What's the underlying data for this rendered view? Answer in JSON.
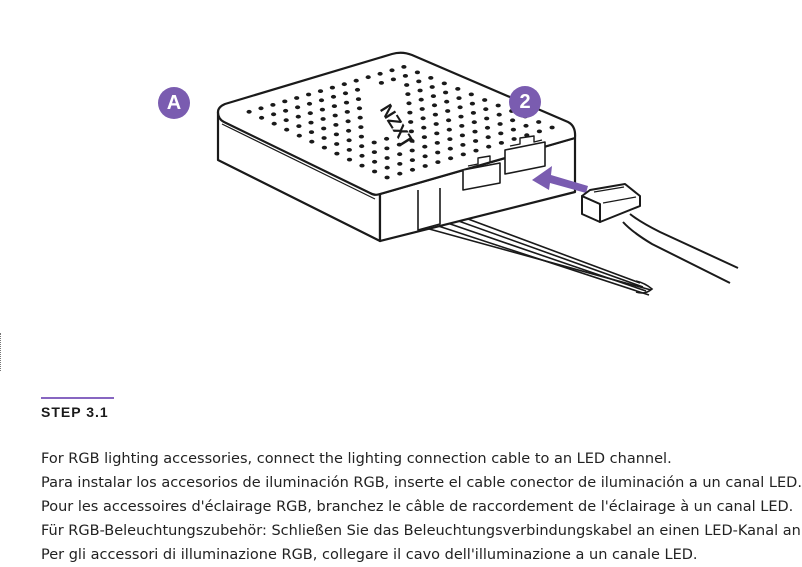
{
  "badges": {
    "a": "A",
    "b": "2"
  },
  "logo_text": "NZXT",
  "step": {
    "title": "STEP 3.1"
  },
  "instructions": [
    "For RGB lighting accessories, connect the lighting connection cable to an LED channel.",
    "Para instalar los accesorios de iluminación RGB, inserte el cable conector de iluminación a un canal LED.",
    "Pour les accessoires d'éclairage RGB, branchez le câble de raccordement de l'éclairage à un canal LED.",
    "Für RGB-Beleuchtungszubehör: Schließen Sie das Beleuchtungsverbindungskabel an einen LED-Kanal an.",
    "Per gli accessori di illuminazione RGB, collegare il cavo dell'illuminazione a un canale LED."
  ],
  "colors": {
    "accent": "#7a5cb0",
    "rule": "#8766c1",
    "line": "#1a1a1a"
  },
  "icons": {
    "arrow": "insert-arrow-icon"
  }
}
